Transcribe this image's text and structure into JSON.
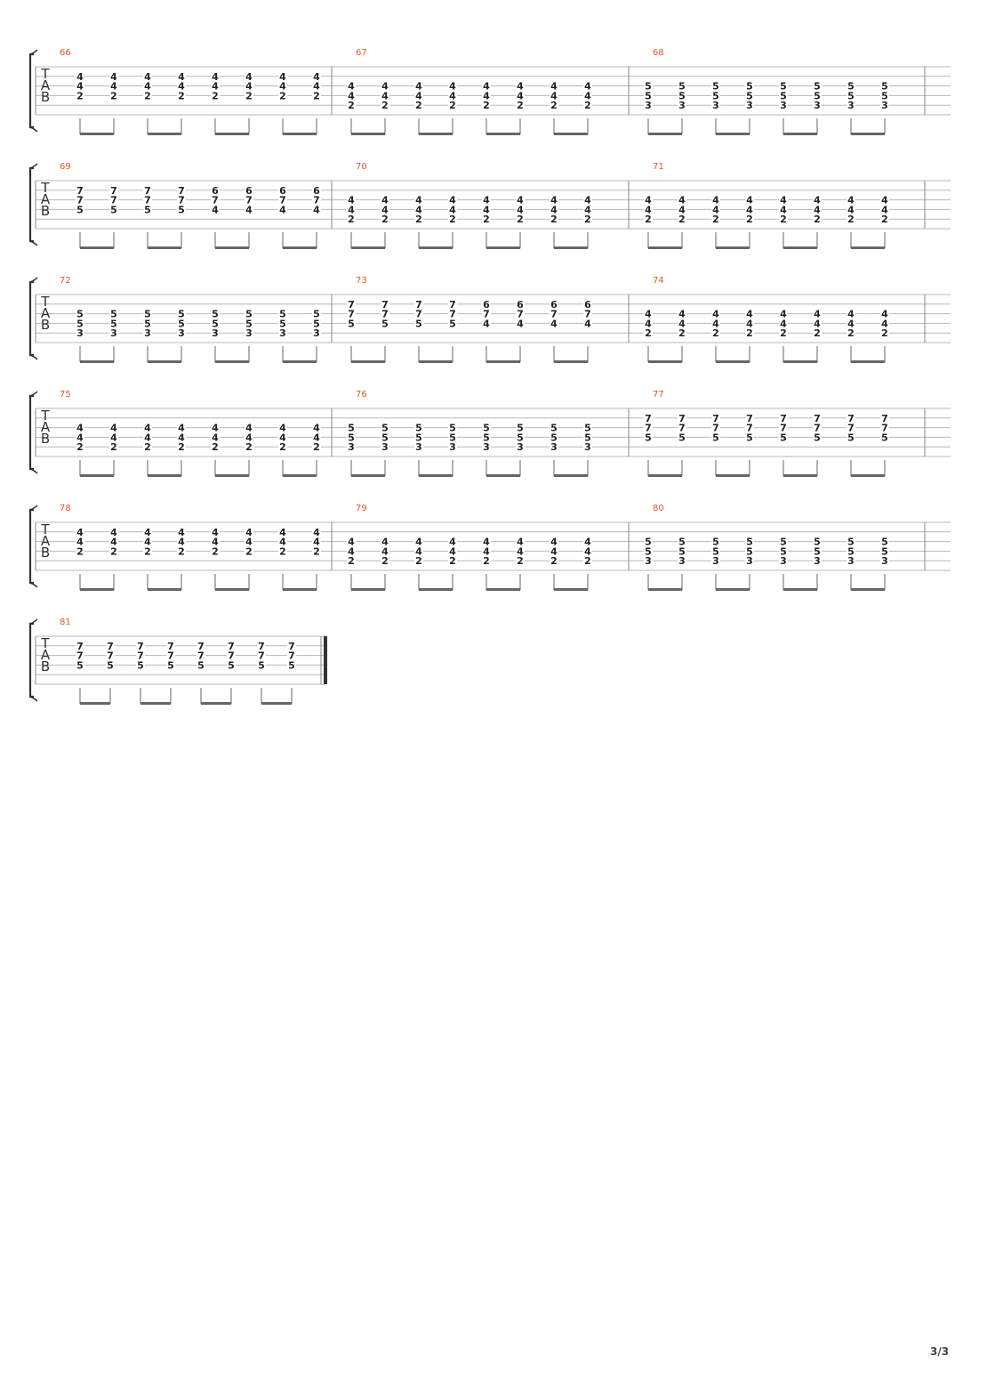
{
  "tab_clef_letters": [
    "T",
    "A",
    "B"
  ],
  "page_number": "3/3",
  "colors": {
    "measure_number": "#e8542a",
    "staff_line": "#b8b8b8",
    "barline": "#888888",
    "fret_number": "#222222",
    "beam": "#666666",
    "clef": "#333333"
  },
  "systems": [
    {
      "measures": [
        {
          "number": "66",
          "beats": [
            [
              "4",
              "4",
              "2"
            ],
            [
              "4",
              "4",
              "2"
            ],
            [
              "4",
              "4",
              "2"
            ],
            [
              "4",
              "4",
              "2"
            ],
            [
              "4",
              "4",
              "2"
            ],
            [
              "4",
              "4",
              "2"
            ],
            [
              "4",
              "4",
              "2"
            ],
            [
              "4",
              "4",
              "2"
            ]
          ]
        },
        {
          "number": "67",
          "beats": [
            [
              "4",
              "4",
              "2"
            ],
            [
              "4",
              "4",
              "2"
            ],
            [
              "4",
              "4",
              "2"
            ],
            [
              "4",
              "4",
              "2"
            ],
            [
              "4",
              "4",
              "2"
            ],
            [
              "4",
              "4",
              "2"
            ],
            [
              "4",
              "4",
              "2"
            ],
            [
              "4",
              "4",
              "2"
            ]
          ]
        },
        {
          "number": "68",
          "beats": [
            [
              "5",
              "5",
              "3"
            ],
            [
              "5",
              "5",
              "3"
            ],
            [
              "5",
              "5",
              "3"
            ],
            [
              "5",
              "5",
              "3"
            ],
            [
              "5",
              "5",
              "3"
            ],
            [
              "5",
              "5",
              "3"
            ],
            [
              "5",
              "5",
              "3"
            ],
            [
              "5",
              "5",
              "3"
            ]
          ]
        }
      ]
    },
    {
      "measures": [
        {
          "number": "69",
          "beats": [
            [
              "7",
              "7",
              "5"
            ],
            [
              "7",
              "7",
              "5"
            ],
            [
              "7",
              "7",
              "5"
            ],
            [
              "7",
              "7",
              "5"
            ],
            [
              "6",
              "7",
              "4"
            ],
            [
              "6",
              "7",
              "4"
            ],
            [
              "6",
              "7",
              "4"
            ],
            [
              "6",
              "7",
              "4"
            ]
          ]
        },
        {
          "number": "70",
          "beats": [
            [
              "4",
              "4",
              "2"
            ],
            [
              "4",
              "4",
              "2"
            ],
            [
              "4",
              "4",
              "2"
            ],
            [
              "4",
              "4",
              "2"
            ],
            [
              "4",
              "4",
              "2"
            ],
            [
              "4",
              "4",
              "2"
            ],
            [
              "4",
              "4",
              "2"
            ],
            [
              "4",
              "4",
              "2"
            ]
          ]
        },
        {
          "number": "71",
          "beats": [
            [
              "4",
              "4",
              "2"
            ],
            [
              "4",
              "4",
              "2"
            ],
            [
              "4",
              "4",
              "2"
            ],
            [
              "4",
              "4",
              "2"
            ],
            [
              "4",
              "4",
              "2"
            ],
            [
              "4",
              "4",
              "2"
            ],
            [
              "4",
              "4",
              "2"
            ],
            [
              "4",
              "4",
              "2"
            ]
          ]
        }
      ]
    },
    {
      "measures": [
        {
          "number": "72",
          "beats": [
            [
              "5",
              "5",
              "3"
            ],
            [
              "5",
              "5",
              "3"
            ],
            [
              "5",
              "5",
              "3"
            ],
            [
              "5",
              "5",
              "3"
            ],
            [
              "5",
              "5",
              "3"
            ],
            [
              "5",
              "5",
              "3"
            ],
            [
              "5",
              "5",
              "3"
            ],
            [
              "5",
              "5",
              "3"
            ]
          ]
        },
        {
          "number": "73",
          "beats": [
            [
              "7",
              "7",
              "5"
            ],
            [
              "7",
              "7",
              "5"
            ],
            [
              "7",
              "7",
              "5"
            ],
            [
              "7",
              "7",
              "5"
            ],
            [
              "6",
              "7",
              "4"
            ],
            [
              "6",
              "7",
              "4"
            ],
            [
              "6",
              "7",
              "4"
            ],
            [
              "6",
              "7",
              "4"
            ]
          ]
        },
        {
          "number": "74",
          "beats": [
            [
              "4",
              "4",
              "2"
            ],
            [
              "4",
              "4",
              "2"
            ],
            [
              "4",
              "4",
              "2"
            ],
            [
              "4",
              "4",
              "2"
            ],
            [
              "4",
              "4",
              "2"
            ],
            [
              "4",
              "4",
              "2"
            ],
            [
              "4",
              "4",
              "2"
            ],
            [
              "4",
              "4",
              "2"
            ]
          ]
        }
      ]
    },
    {
      "measures": [
        {
          "number": "75",
          "beats": [
            [
              "4",
              "4",
              "2"
            ],
            [
              "4",
              "4",
              "2"
            ],
            [
              "4",
              "4",
              "2"
            ],
            [
              "4",
              "4",
              "2"
            ],
            [
              "4",
              "4",
              "2"
            ],
            [
              "4",
              "4",
              "2"
            ],
            [
              "4",
              "4",
              "2"
            ],
            [
              "4",
              "4",
              "2"
            ]
          ]
        },
        {
          "number": "76",
          "beats": [
            [
              "5",
              "5",
              "3"
            ],
            [
              "5",
              "5",
              "3"
            ],
            [
              "5",
              "5",
              "3"
            ],
            [
              "5",
              "5",
              "3"
            ],
            [
              "5",
              "5",
              "3"
            ],
            [
              "5",
              "5",
              "3"
            ],
            [
              "5",
              "5",
              "3"
            ],
            [
              "5",
              "5",
              "3"
            ]
          ]
        },
        {
          "number": "77",
          "beats": [
            [
              "7",
              "7",
              "5"
            ],
            [
              "7",
              "7",
              "5"
            ],
            [
              "7",
              "7",
              "5"
            ],
            [
              "7",
              "7",
              "5"
            ],
            [
              "7",
              "7",
              "5"
            ],
            [
              "7",
              "7",
              "5"
            ],
            [
              "7",
              "7",
              "5"
            ],
            [
              "7",
              "7",
              "5"
            ]
          ]
        }
      ]
    },
    {
      "measures": [
        {
          "number": "78",
          "beats": [
            [
              "4",
              "4",
              "2"
            ],
            [
              "4",
              "4",
              "2"
            ],
            [
              "4",
              "4",
              "2"
            ],
            [
              "4",
              "4",
              "2"
            ],
            [
              "4",
              "4",
              "2"
            ],
            [
              "4",
              "4",
              "2"
            ],
            [
              "4",
              "4",
              "2"
            ],
            [
              "4",
              "4",
              "2"
            ]
          ]
        },
        {
          "number": "79",
          "beats": [
            [
              "4",
              "4",
              "2"
            ],
            [
              "4",
              "4",
              "2"
            ],
            [
              "4",
              "4",
              "2"
            ],
            [
              "4",
              "4",
              "2"
            ],
            [
              "4",
              "4",
              "2"
            ],
            [
              "4",
              "4",
              "2"
            ],
            [
              "4",
              "4",
              "2"
            ],
            [
              "4",
              "4",
              "2"
            ]
          ]
        },
        {
          "number": "80",
          "beats": [
            [
              "5",
              "5",
              "3"
            ],
            [
              "5",
              "5",
              "3"
            ],
            [
              "5",
              "5",
              "3"
            ],
            [
              "5",
              "5",
              "3"
            ],
            [
              "5",
              "5",
              "3"
            ],
            [
              "5",
              "5",
              "3"
            ],
            [
              "5",
              "5",
              "3"
            ],
            [
              "5",
              "5",
              "3"
            ]
          ]
        }
      ]
    },
    {
      "final": true,
      "measures": [
        {
          "number": "81",
          "beats": [
            [
              "7",
              "7",
              "5"
            ],
            [
              "7",
              "7",
              "5"
            ],
            [
              "7",
              "7",
              "5"
            ],
            [
              "7",
              "7",
              "5"
            ],
            [
              "7",
              "7",
              "5"
            ],
            [
              "7",
              "7",
              "5"
            ],
            [
              "7",
              "7",
              "5"
            ],
            [
              "7",
              "7",
              "5"
            ]
          ]
        }
      ]
    }
  ]
}
